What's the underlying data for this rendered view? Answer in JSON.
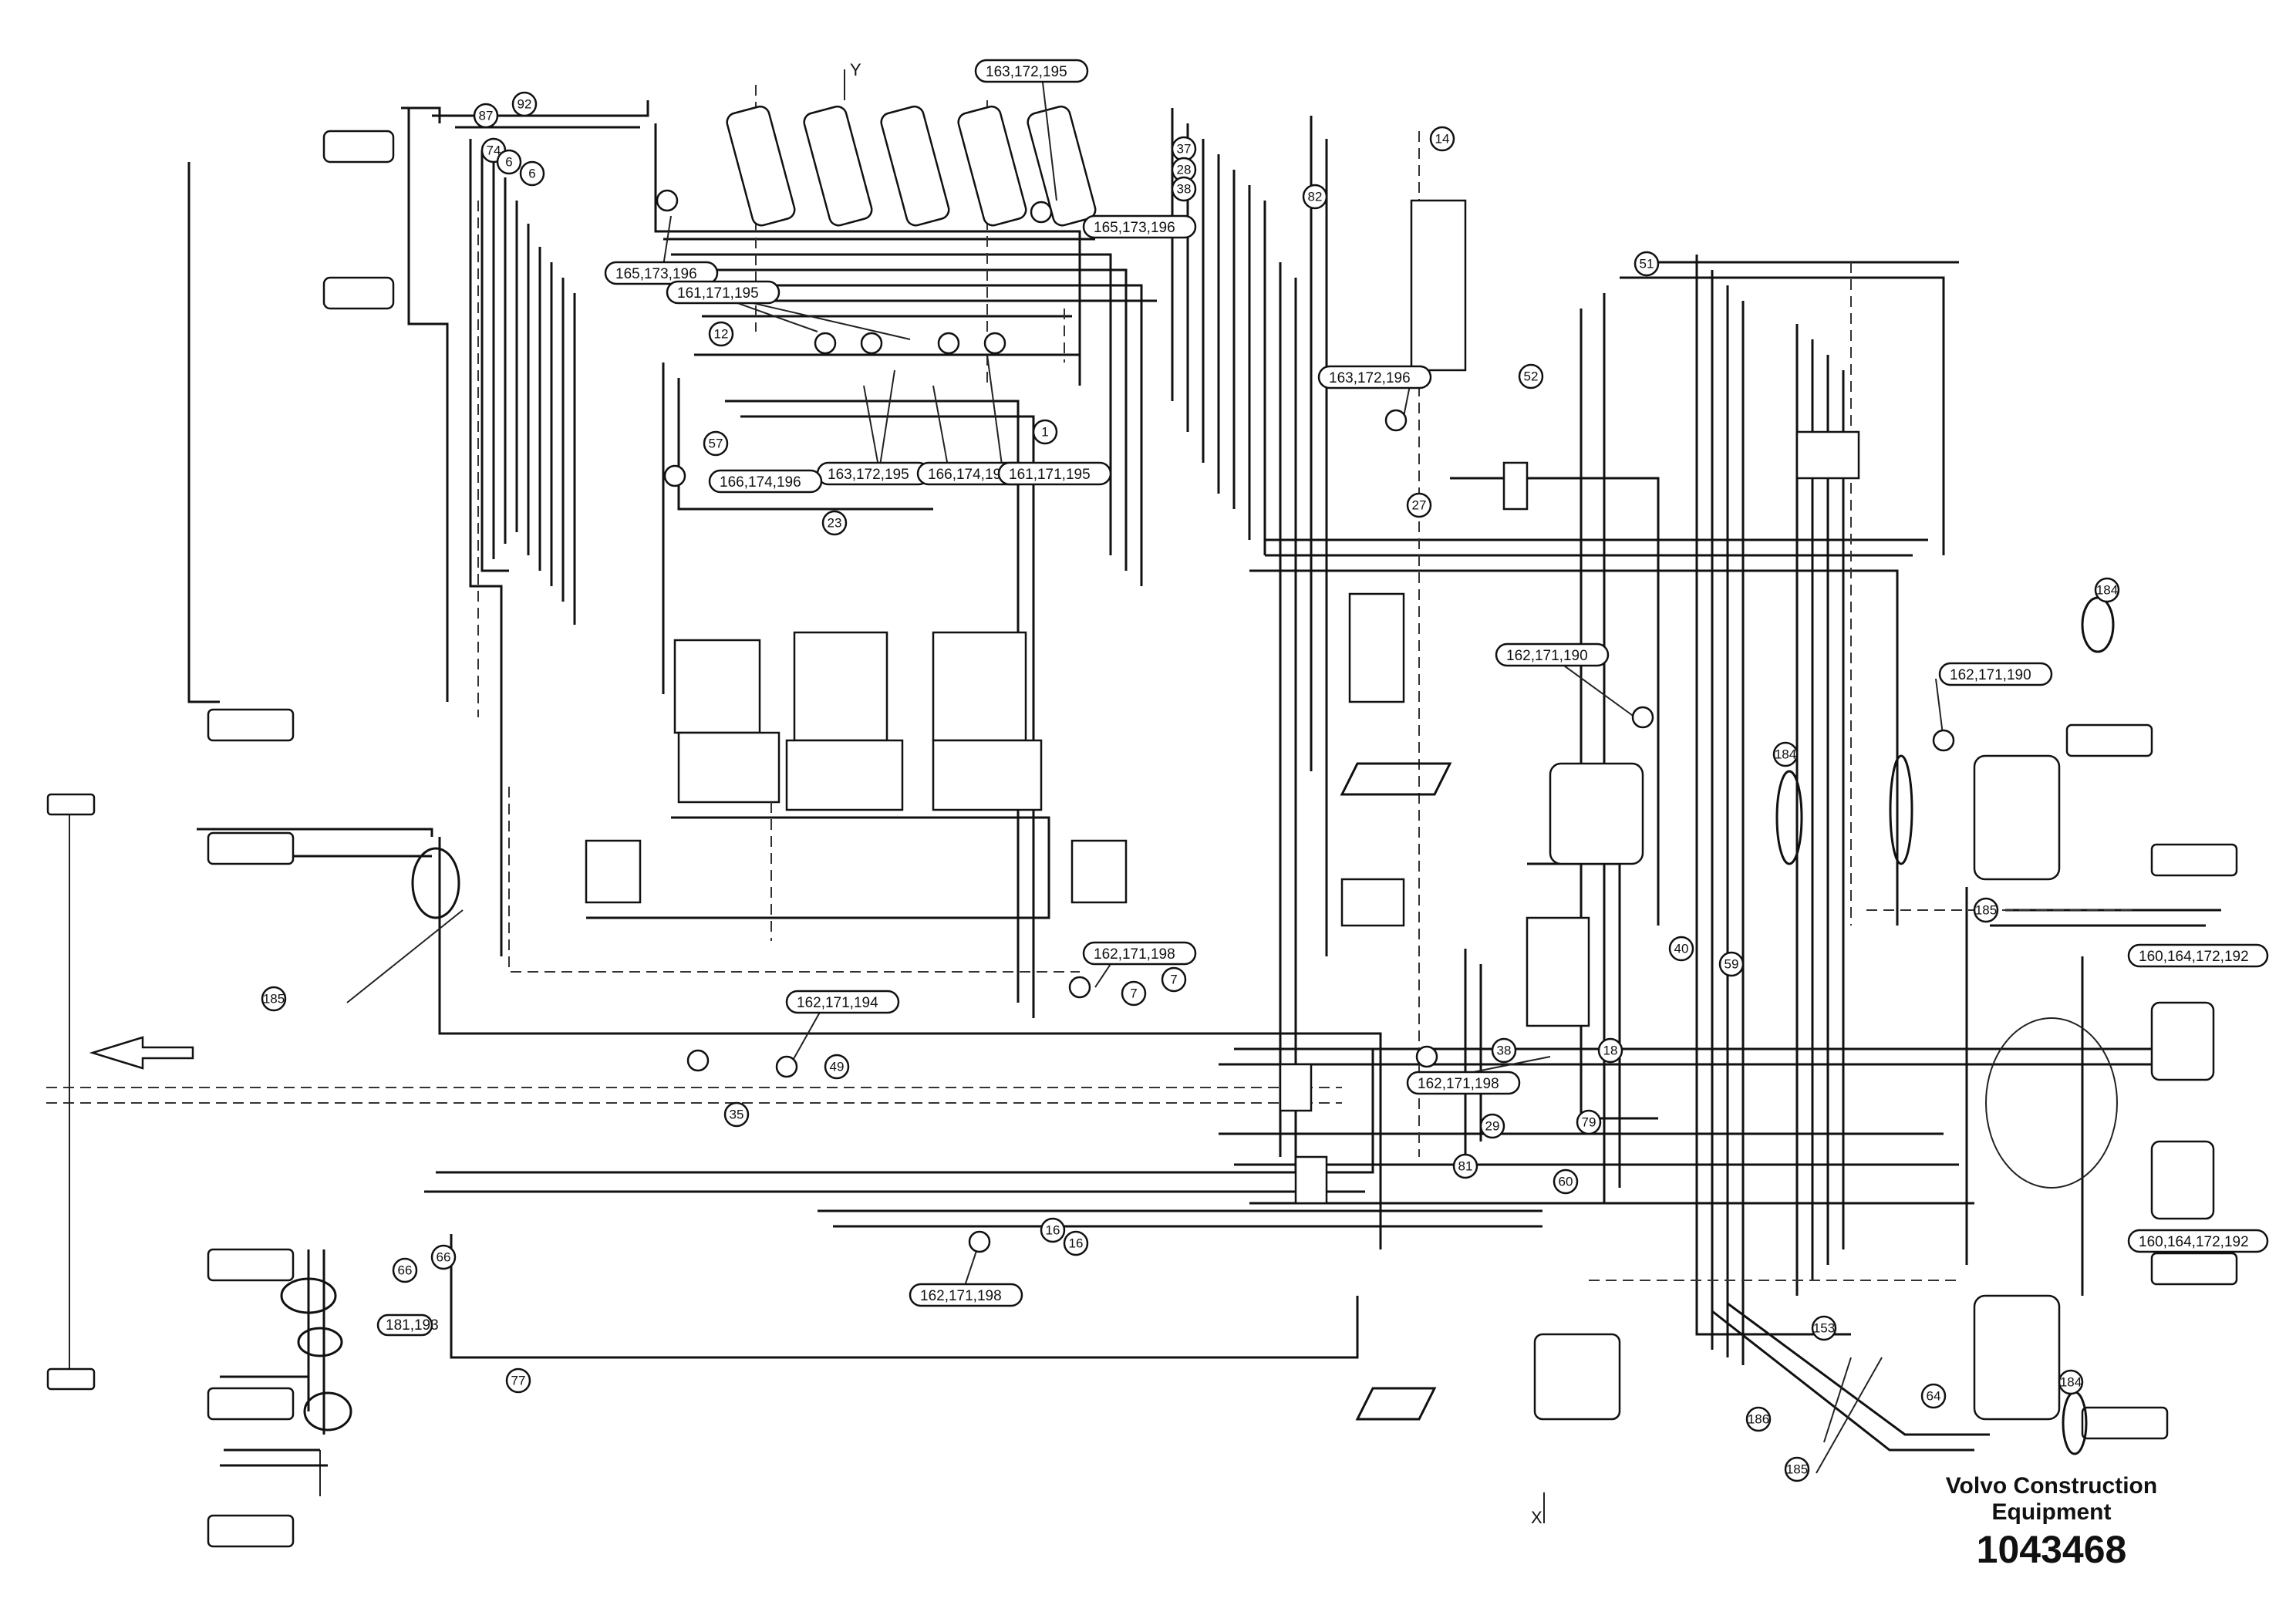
{
  "drawing": {
    "axis_labels": {
      "y": "Y",
      "x": "X"
    },
    "callouts": [
      "163,172,195",
      "165,173,196",
      "165,173,196",
      "161,171,195",
      "163,172,195",
      "166,174,195",
      "161,171,195",
      "166,174,196",
      "163,172,196",
      "162,171,190",
      "162,171,190",
      "162,171,198",
      "162,171,194",
      "162,171,198",
      "162,171,198",
      "160,164,172,192",
      "160,164,172,192",
      "181,193"
    ],
    "ref_numbers": [
      "92",
      "87",
      "74",
      "6",
      "6",
      "37",
      "28",
      "38",
      "14",
      "82",
      "12",
      "1",
      "57",
      "23",
      "7",
      "7",
      "49",
      "35",
      "16",
      "16",
      "66",
      "66",
      "77",
      "40",
      "59",
      "52",
      "27",
      "51",
      "81",
      "60",
      "185",
      "185",
      "185",
      "186",
      "184",
      "184",
      "184",
      "153",
      "64",
      "79",
      "29",
      "18",
      "38"
    ]
  },
  "footer": {
    "brand_line1": "Volvo Construction",
    "brand_line2": "Equipment",
    "drawing_number": "1043468"
  }
}
